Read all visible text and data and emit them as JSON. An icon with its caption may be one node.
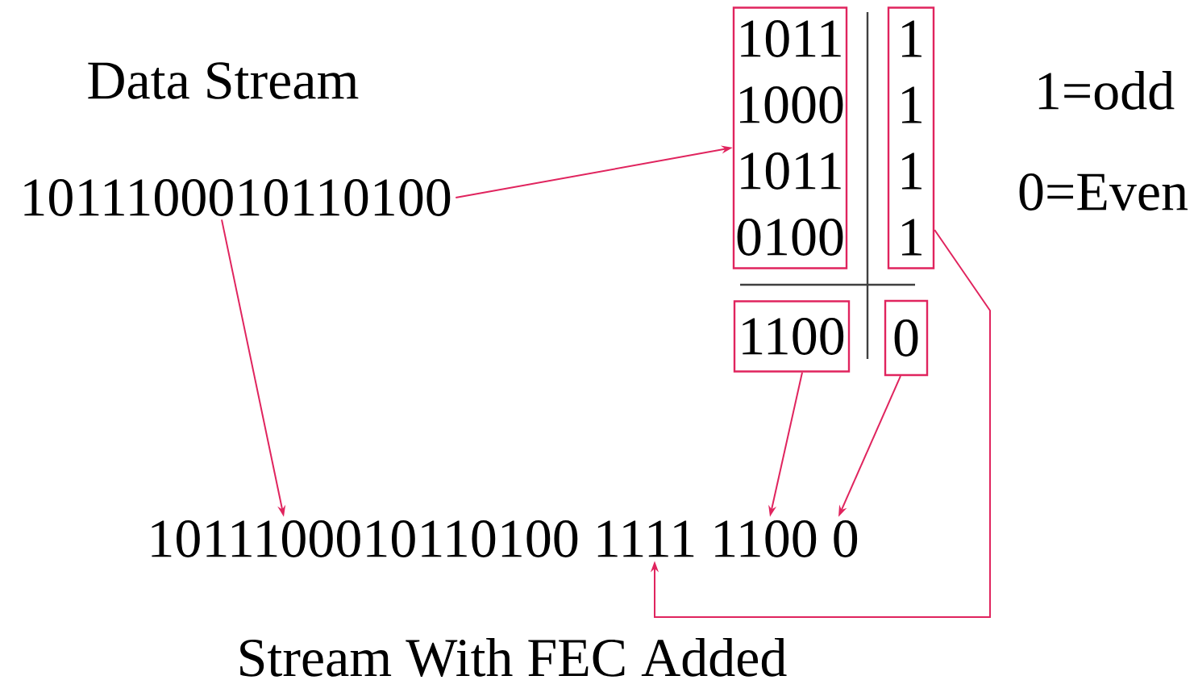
{
  "diagram": {
    "nodes": [
      {
        "text": [
          "1011100010110100"
        ]
      },
      {
        "text": [
          "1011",
          "1000",
          "1011",
          "0100"
        ]
      },
      {
        "text": [
          "1",
          "1",
          "1",
          "1"
        ]
      },
      {
        "text": [
          "1100"
        ]
      },
      {
        "text": [
          "0"
        ]
      },
      {
        "text": [
          "1011100010110100 1111 1100 0"
        ]
      }
    ],
    "edges": [
      {
        "from": 0,
        "to": 1,
        "arrow": "to"
      },
      {
        "from": 0,
        "to": 5,
        "arrow": "to"
      },
      {
        "from": 3,
        "to": 5,
        "arrow": "to"
      },
      {
        "from": 4,
        "to": 5,
        "arrow": "to"
      },
      {
        "from": 2,
        "to": 5,
        "arrow": "to"
      }
    ],
    "labels": [
      "Data Stream",
      "1=odd",
      "0=Even",
      "Stream With FEC Added"
    ]
  }
}
